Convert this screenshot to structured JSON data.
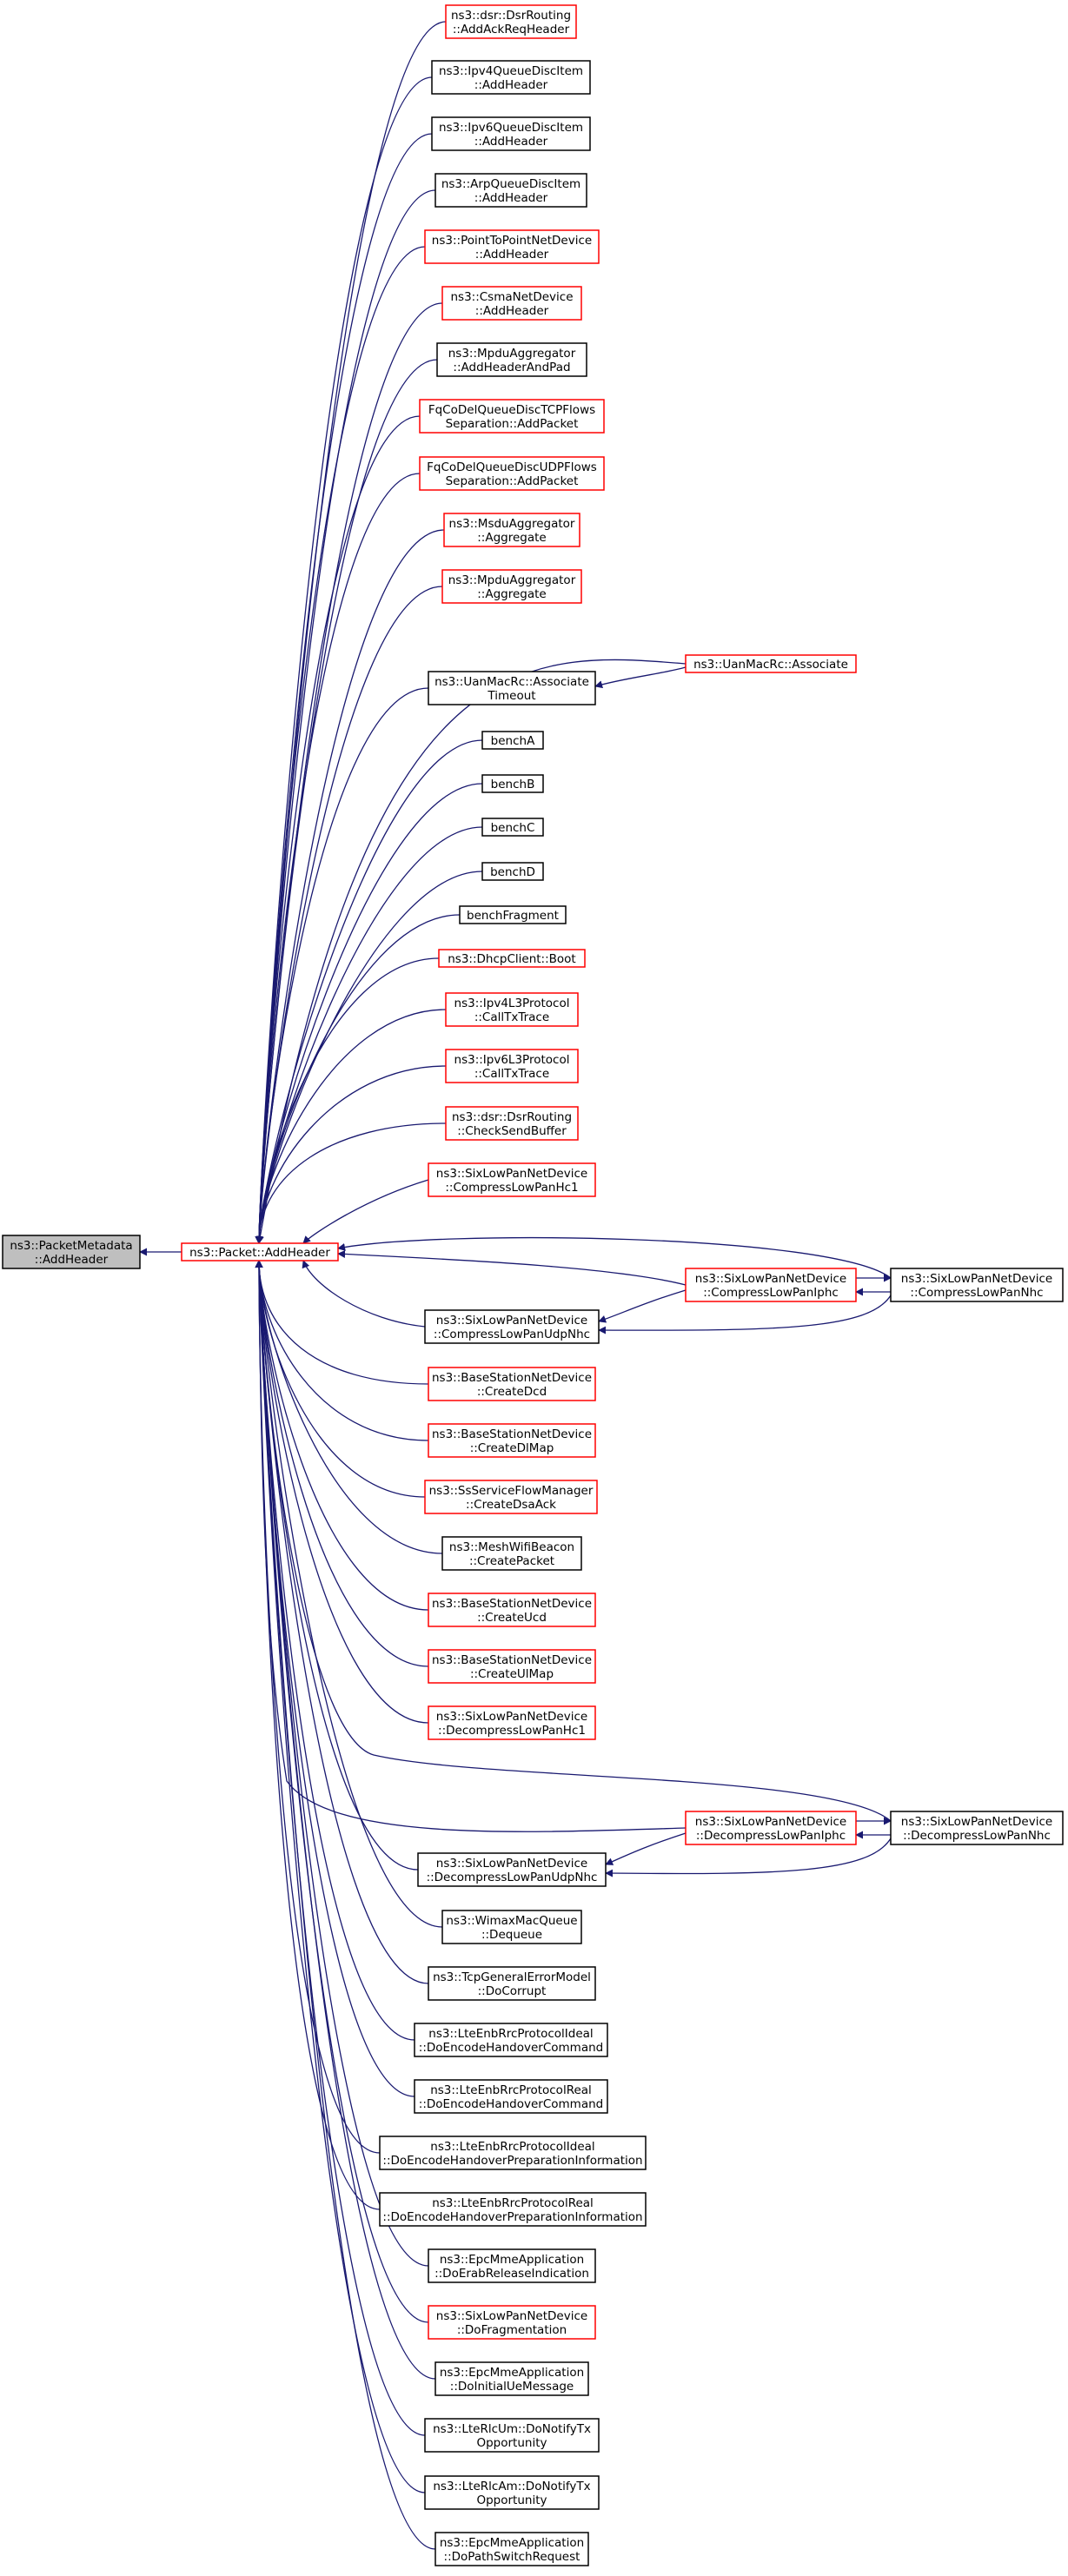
{
  "colors": {
    "edge": "#191970",
    "node_black": "#000000",
    "node_red": "#ff0000",
    "root_fill": "#bfbfbf"
  },
  "nodes": [
    {
      "id": "root",
      "lines": [
        "ns3::PacketMetadata",
        "::AddHeader"
      ],
      "color": "root"
    },
    {
      "id": "pkt",
      "lines": [
        "ns3::Packet::AddHeader"
      ],
      "color": "red"
    },
    {
      "id": "n1",
      "lines": [
        "ns3::dsr::DsrRouting",
        "::AddAckReqHeader"
      ],
      "color": "red"
    },
    {
      "id": "n2",
      "lines": [
        "ns3::Ipv4QueueDiscItem",
        "::AddHeader"
      ],
      "color": "black"
    },
    {
      "id": "n3",
      "lines": [
        "ns3::Ipv6QueueDiscItem",
        "::AddHeader"
      ],
      "color": "black"
    },
    {
      "id": "n4",
      "lines": [
        "ns3::ArpQueueDiscItem",
        "::AddHeader"
      ],
      "color": "black"
    },
    {
      "id": "n5",
      "lines": [
        "ns3::PointToPointNetDevice",
        "::AddHeader"
      ],
      "color": "red"
    },
    {
      "id": "n6",
      "lines": [
        "ns3::CsmaNetDevice",
        "::AddHeader"
      ],
      "color": "red"
    },
    {
      "id": "n7",
      "lines": [
        "ns3::MpduAggregator",
        "::AddHeaderAndPad"
      ],
      "color": "black"
    },
    {
      "id": "n8",
      "lines": [
        "FqCoDelQueueDiscTCPFlows",
        "Separation::AddPacket"
      ],
      "color": "red"
    },
    {
      "id": "n9",
      "lines": [
        "FqCoDelQueueDiscUDPFlows",
        "Separation::AddPacket"
      ],
      "color": "red"
    },
    {
      "id": "n10",
      "lines": [
        "ns3::MsduAggregator",
        "::Aggregate"
      ],
      "color": "red"
    },
    {
      "id": "n11",
      "lines": [
        "ns3::MpduAggregator",
        "::Aggregate"
      ],
      "color": "red"
    },
    {
      "id": "n12",
      "lines": [
        "ns3::UanMacRc::Associate",
        "Timeout"
      ],
      "color": "black"
    },
    {
      "id": "n12b",
      "lines": [
        "ns3::UanMacRc::Associate"
      ],
      "color": "red"
    },
    {
      "id": "n13",
      "lines": [
        "benchA"
      ],
      "color": "black"
    },
    {
      "id": "n14",
      "lines": [
        "benchB"
      ],
      "color": "black"
    },
    {
      "id": "n15",
      "lines": [
        "benchC"
      ],
      "color": "black"
    },
    {
      "id": "n16",
      "lines": [
        "benchD"
      ],
      "color": "black"
    },
    {
      "id": "n17",
      "lines": [
        "benchFragment"
      ],
      "color": "black"
    },
    {
      "id": "n18",
      "lines": [
        "ns3::DhcpClient::Boot"
      ],
      "color": "red"
    },
    {
      "id": "n19",
      "lines": [
        "ns3::Ipv4L3Protocol",
        "::CallTxTrace"
      ],
      "color": "red"
    },
    {
      "id": "n20",
      "lines": [
        "ns3::Ipv6L3Protocol",
        "::CallTxTrace"
      ],
      "color": "red"
    },
    {
      "id": "n21",
      "lines": [
        "ns3::dsr::DsrRouting",
        "::CheckSendBuffer"
      ],
      "color": "red"
    },
    {
      "id": "n22",
      "lines": [
        "ns3::SixLowPanNetDevice",
        "::CompressLowPanHc1"
      ],
      "color": "red"
    },
    {
      "id": "n23",
      "lines": [
        "ns3::SixLowPanNetDevice",
        "::CompressLowPanIphc"
      ],
      "color": "red"
    },
    {
      "id": "n24",
      "lines": [
        "ns3::SixLowPanNetDevice",
        "::CompressLowPanNhc"
      ],
      "color": "black"
    },
    {
      "id": "n25",
      "lines": [
        "ns3::SixLowPanNetDevice",
        "::CompressLowPanUdpNhc"
      ],
      "color": "black"
    },
    {
      "id": "n26",
      "lines": [
        "ns3::BaseStationNetDevice",
        "::CreateDcd"
      ],
      "color": "red"
    },
    {
      "id": "n27",
      "lines": [
        "ns3::BaseStationNetDevice",
        "::CreateDlMap"
      ],
      "color": "red"
    },
    {
      "id": "n28",
      "lines": [
        "ns3::SsServiceFlowManager",
        "::CreateDsaAck"
      ],
      "color": "red"
    },
    {
      "id": "n29",
      "lines": [
        "ns3::MeshWifiBeacon",
        "::CreatePacket"
      ],
      "color": "black"
    },
    {
      "id": "n30",
      "lines": [
        "ns3::BaseStationNetDevice",
        "::CreateUcd"
      ],
      "color": "red"
    },
    {
      "id": "n31",
      "lines": [
        "ns3::BaseStationNetDevice",
        "::CreateUlMap"
      ],
      "color": "red"
    },
    {
      "id": "n32",
      "lines": [
        "ns3::SixLowPanNetDevice",
        "::DecompressLowPanHc1"
      ],
      "color": "red"
    },
    {
      "id": "n33",
      "lines": [
        "ns3::SixLowPanNetDevice",
        "::DecompressLowPanIphc"
      ],
      "color": "red"
    },
    {
      "id": "n34",
      "lines": [
        "ns3::SixLowPanNetDevice",
        "::DecompressLowPanNhc"
      ],
      "color": "black"
    },
    {
      "id": "n35",
      "lines": [
        "ns3::SixLowPanNetDevice",
        "::DecompressLowPanUdpNhc"
      ],
      "color": "black"
    },
    {
      "id": "n36",
      "lines": [
        "ns3::WimaxMacQueue",
        "::Dequeue"
      ],
      "color": "black"
    },
    {
      "id": "n37",
      "lines": [
        "ns3::TcpGeneralErrorModel",
        "::DoCorrupt"
      ],
      "color": "black"
    },
    {
      "id": "n38",
      "lines": [
        "ns3::LteEnbRrcProtocolIdeal",
        "::DoEncodeHandoverCommand"
      ],
      "color": "black"
    },
    {
      "id": "n39",
      "lines": [
        "ns3::LteEnbRrcProtocolReal",
        "::DoEncodeHandoverCommand"
      ],
      "color": "black"
    },
    {
      "id": "n40",
      "lines": [
        "ns3::LteEnbRrcProtocolIdeal",
        "::DoEncodeHandoverPreparationInformation"
      ],
      "color": "black"
    },
    {
      "id": "n41",
      "lines": [
        "ns3::LteEnbRrcProtocolReal",
        "::DoEncodeHandoverPreparationInformation"
      ],
      "color": "black"
    },
    {
      "id": "n42",
      "lines": [
        "ns3::EpcMmeApplication",
        "::DoErabReleaseIndication"
      ],
      "color": "black"
    },
    {
      "id": "n43",
      "lines": [
        "ns3::SixLowPanNetDevice",
        "::DoFragmentation"
      ],
      "color": "red"
    },
    {
      "id": "n44",
      "lines": [
        "ns3::EpcMmeApplication",
        "::DoInitialUeMessage"
      ],
      "color": "black"
    },
    {
      "id": "n45",
      "lines": [
        "ns3::LteRlcUm::DoNotifyTx",
        "Opportunity"
      ],
      "color": "black"
    },
    {
      "id": "n46",
      "lines": [
        "ns3::LteRlcAm::DoNotifyTx",
        "Opportunity"
      ],
      "color": "black"
    },
    {
      "id": "n47",
      "lines": [
        "ns3::EpcMmeApplication",
        "::DoPathSwitchRequest"
      ],
      "color": "black"
    }
  ],
  "edges": [
    {
      "from": "pkt",
      "to": "root"
    },
    {
      "from": "n1",
      "to": "pkt"
    },
    {
      "from": "n2",
      "to": "pkt"
    },
    {
      "from": "n3",
      "to": "pkt"
    },
    {
      "from": "n4",
      "to": "pkt"
    },
    {
      "from": "n5",
      "to": "pkt"
    },
    {
      "from": "n6",
      "to": "pkt"
    },
    {
      "from": "n7",
      "to": "pkt"
    },
    {
      "from": "n8",
      "to": "pkt"
    },
    {
      "from": "n9",
      "to": "pkt"
    },
    {
      "from": "n10",
      "to": "pkt"
    },
    {
      "from": "n11",
      "to": "pkt"
    },
    {
      "from": "n12b",
      "to": "pkt"
    },
    {
      "from": "n12",
      "to": "pkt"
    },
    {
      "from": "n12b",
      "to": "n12"
    },
    {
      "from": "n13",
      "to": "pkt"
    },
    {
      "from": "n14",
      "to": "pkt"
    },
    {
      "from": "n15",
      "to": "pkt"
    },
    {
      "from": "n16",
      "to": "pkt"
    },
    {
      "from": "n17",
      "to": "pkt"
    },
    {
      "from": "n18",
      "to": "pkt"
    },
    {
      "from": "n19",
      "to": "pkt"
    },
    {
      "from": "n20",
      "to": "pkt"
    },
    {
      "from": "n21",
      "to": "pkt"
    },
    {
      "from": "n22",
      "to": "pkt"
    },
    {
      "from": "n24",
      "to": "pkt"
    },
    {
      "from": "n23",
      "to": "pkt"
    },
    {
      "from": "n24",
      "to": "n23"
    },
    {
      "from": "n23",
      "to": "n24"
    },
    {
      "from": "n25",
      "to": "pkt"
    },
    {
      "from": "n23",
      "to": "n25"
    },
    {
      "from": "n24",
      "to": "n25"
    },
    {
      "from": "n26",
      "to": "pkt"
    },
    {
      "from": "n27",
      "to": "pkt"
    },
    {
      "from": "n28",
      "to": "pkt"
    },
    {
      "from": "n29",
      "to": "pkt"
    },
    {
      "from": "n30",
      "to": "pkt"
    },
    {
      "from": "n31",
      "to": "pkt"
    },
    {
      "from": "n32",
      "to": "pkt"
    },
    {
      "from": "n34",
      "to": "pkt"
    },
    {
      "from": "n33",
      "to": "pkt"
    },
    {
      "from": "n34",
      "to": "n33"
    },
    {
      "from": "n33",
      "to": "n34"
    },
    {
      "from": "n35",
      "to": "pkt"
    },
    {
      "from": "n33",
      "to": "n35"
    },
    {
      "from": "n34",
      "to": "n35"
    },
    {
      "from": "n36",
      "to": "pkt"
    },
    {
      "from": "n37",
      "to": "pkt"
    },
    {
      "from": "n38",
      "to": "pkt"
    },
    {
      "from": "n39",
      "to": "pkt"
    },
    {
      "from": "n40",
      "to": "pkt"
    },
    {
      "from": "n41",
      "to": "pkt"
    },
    {
      "from": "n42",
      "to": "pkt"
    },
    {
      "from": "n43",
      "to": "pkt"
    },
    {
      "from": "n44",
      "to": "pkt"
    },
    {
      "from": "n45",
      "to": "pkt"
    },
    {
      "from": "n46",
      "to": "pkt"
    },
    {
      "from": "n47",
      "to": "pkt"
    }
  ]
}
